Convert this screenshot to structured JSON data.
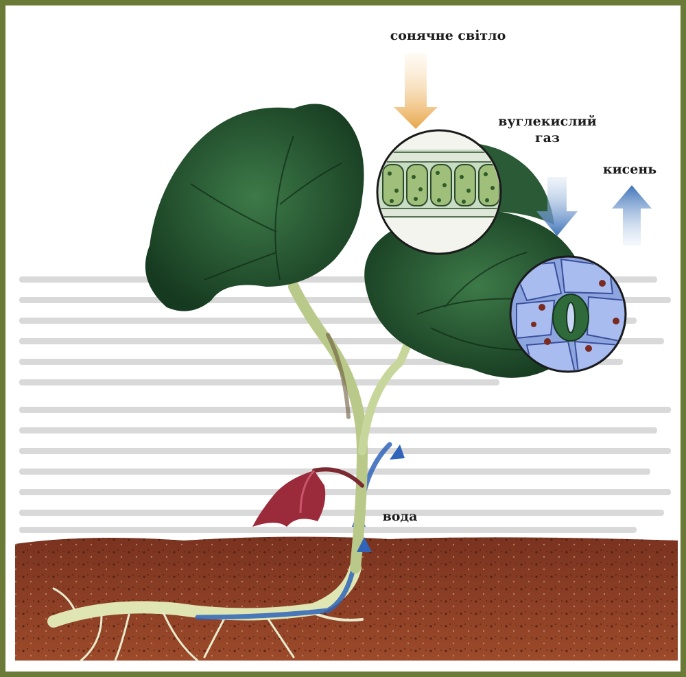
{
  "labels": {
    "sunlight": "сонячне світло",
    "co2_line1": "вуглекислий",
    "co2_line2": "газ",
    "oxygen": "кисень",
    "water": "вода"
  },
  "colors": {
    "frame": "#6b7a36",
    "soil": "#8a3d22",
    "leaf_dark": "#1e4a2a",
    "leaf_mid": "#2f6b3c",
    "stem": "#b9c98a",
    "flower": "#9b2a3a",
    "sun_arrow": "#e8a64a",
    "gas_arrow": "#4a7fc4",
    "water_arrow": "#2f64b8"
  }
}
